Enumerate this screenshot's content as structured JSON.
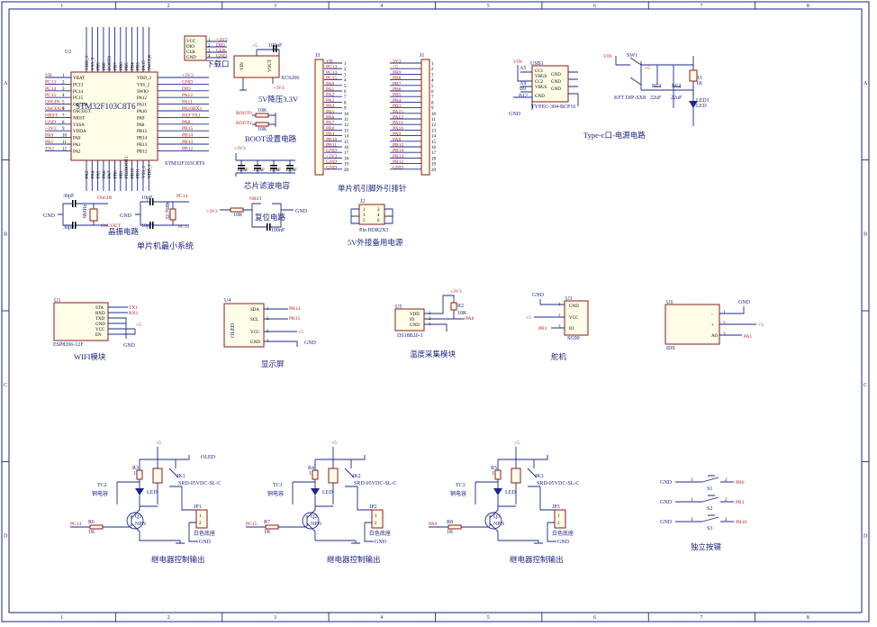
{
  "ruler": {
    "cols": [
      "1",
      "2",
      "3",
      "4",
      "5",
      "6",
      "7",
      "8"
    ],
    "rows": [
      "A",
      "B",
      "C",
      "D"
    ]
  },
  "mcu": {
    "ref": "U2",
    "name": "STM32F103C8T6",
    "sub": "STM32F103C8T6",
    "left_pins": [
      "VBAT",
      "PC13",
      "PC14",
      "PC15",
      "OSCIN",
      "OSCOUT",
      "NRST",
      "VSSA",
      "VDDA",
      "PA0",
      "PA1",
      "PA2"
    ],
    "left_nets": [
      "VB",
      "PC13",
      "PC14",
      "PC15",
      "OSCIN",
      "OSCOUT",
      "NRST",
      "GND",
      "+3V3",
      "PA0",
      "PA1",
      "TX2"
    ],
    "right_pins": [
      "VDD_2",
      "VSS_2",
      "SWIO",
      "PA12",
      "PA11",
      "PA10",
      "PA9",
      "PA8",
      "PB15",
      "PB14",
      "PB13",
      "PB12"
    ],
    "right_nets": [
      "+3V3",
      "GND",
      "DIO",
      "PA12",
      "PA11",
      "PA10RX1",
      "PA9 TX1",
      "PA8",
      "PB15",
      "PB14",
      "PB13",
      "PB12"
    ],
    "top_pins": [
      "VDD_3",
      "VSS_3",
      "PB9",
      "PB8",
      "BOOT0",
      "PB7",
      "PB6",
      "PB5",
      "PB4",
      "PB3",
      "PA15",
      "SWCLK"
    ],
    "bottom_pins": [
      "PA3",
      "PA4",
      "PA5",
      "PA6",
      "PA7",
      "PB0",
      "PB1",
      "PB2BOOT1",
      "PB10",
      "PB11",
      "VSS_1",
      "VDD_1"
    ]
  },
  "download": {
    "title": "下载口",
    "pins": [
      "VCC",
      "DIO",
      "CLK",
      "GND"
    ],
    "nets": [
      "+3V3",
      "DIO",
      "CLK",
      "GND"
    ]
  },
  "regulator": {
    "ref": "XC6206",
    "title": "5V降压3.3V",
    "pins": [
      "VIN",
      "VOUT"
    ],
    "cap": "100nF",
    "in": "+5",
    "out": "+3V3"
  },
  "boot": {
    "title": "BOOT设置电路",
    "labels": [
      "BOOT0",
      "BOOT1"
    ],
    "res": [
      "10K",
      "10K"
    ]
  },
  "filter": {
    "title": "芯片滤波电容",
    "net": "+3V3",
    "caps": [
      "100nF",
      "100nF",
      "100nF",
      "100nF"
    ]
  },
  "crystal": {
    "title": "晶振电路",
    "labels": [
      "OSCIN",
      "OSCOUT",
      "8MHz",
      "30pF",
      "30pF",
      "PC14",
      "PC15",
      "10pF",
      "10pF",
      "32.768K",
      "GND",
      "GND"
    ]
  },
  "reset": {
    "title": "复位电路",
    "labels": [
      "NRST",
      "+3V3",
      "10K",
      "GND",
      "100nF"
    ]
  },
  "minsys_title": "单片机最小系统",
  "header_j3": {
    "ref": "J3",
    "nets": [
      "VB",
      "PC13",
      "PC14",
      "PC15",
      "PA0",
      "PA1",
      "PA2",
      "PA3",
      "PA4",
      "PA5",
      "PA6",
      "PA7",
      "PB0",
      "PB1",
      "PB10",
      "PB11",
      "GND",
      "+3V3",
      "GND",
      "GND"
    ]
  },
  "header_j1": {
    "ref": "J1",
    "nets": [
      "3V3",
      "+5",
      "PB9",
      "PB8",
      "PB7",
      "PB6",
      "PB5",
      "PB4",
      "PB3",
      "PA15",
      "PA12",
      "PA11",
      "PA10",
      "PA9",
      "PA8",
      "PB15",
      "PB14",
      "PB13",
      "PB12",
      "GND"
    ]
  },
  "header_title": "单片机引脚外引排针",
  "power5v": {
    "ref": "J2",
    "part": "Pin HDR2X3",
    "title": "5V外接备用电源",
    "pins": [
      "1",
      "2",
      "3",
      "4",
      "5",
      "6"
    ]
  },
  "typec": {
    "ref": "USB1",
    "part": "TYPEC-304-BCP16",
    "title": "Type-c口-电源电路",
    "pins": [
      "CC1",
      "VBUS",
      "CC2",
      "VBUS",
      "GND",
      "GND",
      "GND",
      "GND"
    ],
    "labels": [
      "VIN",
      "A5",
      "A9",
      "B9",
      "B12",
      "GND",
      "SW1",
      "KFT DIP-SX8",
      "+5",
      "EC1",
      "EC2",
      "22uF",
      "22uF",
      "R1",
      "1K",
      "LED1",
      "LED",
      "VIN"
    ]
  },
  "wifi": {
    "ref": "U1",
    "part": "ESP8266-12F",
    "title": "WIFI模块",
    "pins": [
      "STA",
      "RXD",
      "TXD",
      "GND",
      "VCC",
      "EN"
    ],
    "nets": [
      "TX1",
      "RX1",
      "+5",
      "GND"
    ]
  },
  "oled": {
    "ref": "U4",
    "part": "OLED",
    "title": "显示屏",
    "pins": [
      "SDA",
      "SCL",
      "VCC",
      "GND"
    ],
    "nets": [
      "PB14",
      "PB15",
      "+5",
      "GND"
    ]
  },
  "temp": {
    "ref": "U5",
    "part": "DS18B20-1",
    "title": "温度采集模块",
    "pins": [
      "VDD",
      "IO",
      "GND"
    ],
    "nets": [
      "+3V3",
      "R2",
      "10K",
      "PA8"
    ]
  },
  "servo": {
    "ref": "U3",
    "part": "SG90",
    "title": "舵机",
    "pins": [
      "GND",
      "VCC",
      "IO"
    ],
    "nets": [
      "GND",
      "+5",
      "PB1"
    ]
  },
  "u6": {
    "ref": "U6",
    "part": "IDS",
    "pins": [
      "-",
      "+",
      "AO"
    ],
    "nets": [
      "GND",
      "+5",
      "PA1"
    ]
  },
  "relays": [
    {
      "title": "继电器控制输出",
      "ctrl": "PC14",
      "q": "Q1",
      "r_base": "R6",
      "r_led": "R3",
      "jk": "JK1",
      "tc": "TC2",
      "led": "LED",
      "jp": "JP1",
      "out": "OLED"
    },
    {
      "title": "继电器控制输出",
      "ctrl": "PC15",
      "q": "Q2",
      "r_base": "R7",
      "r_led": "R4",
      "jk": "JK2",
      "tc": "TC1",
      "led": "LED",
      "jp": "JP2",
      "out": ""
    },
    {
      "title": "继电器控制输出",
      "ctrl": "PA0",
      "q": "Q3",
      "r_base": "R8",
      "r_led": "R5",
      "jk": "JK3",
      "tc": "TC3",
      "led": "LED",
      "jp": "JP3",
      "out": ""
    }
  ],
  "relay_common": {
    "part": "SRD-05VDC-SL-C",
    "load": "白色底座",
    "npn": "NPN",
    "res": "1K",
    "nc": "铜电容",
    "vcc": "+5",
    "gnd": "GND"
  },
  "buttons": {
    "title": "独立按键",
    "items": [
      {
        "ref": "S1",
        "net": "PB0"
      },
      {
        "ref": "S2",
        "net": "PB1"
      },
      {
        "ref": "S3",
        "net": "PB10"
      }
    ],
    "gnd": "GND"
  }
}
